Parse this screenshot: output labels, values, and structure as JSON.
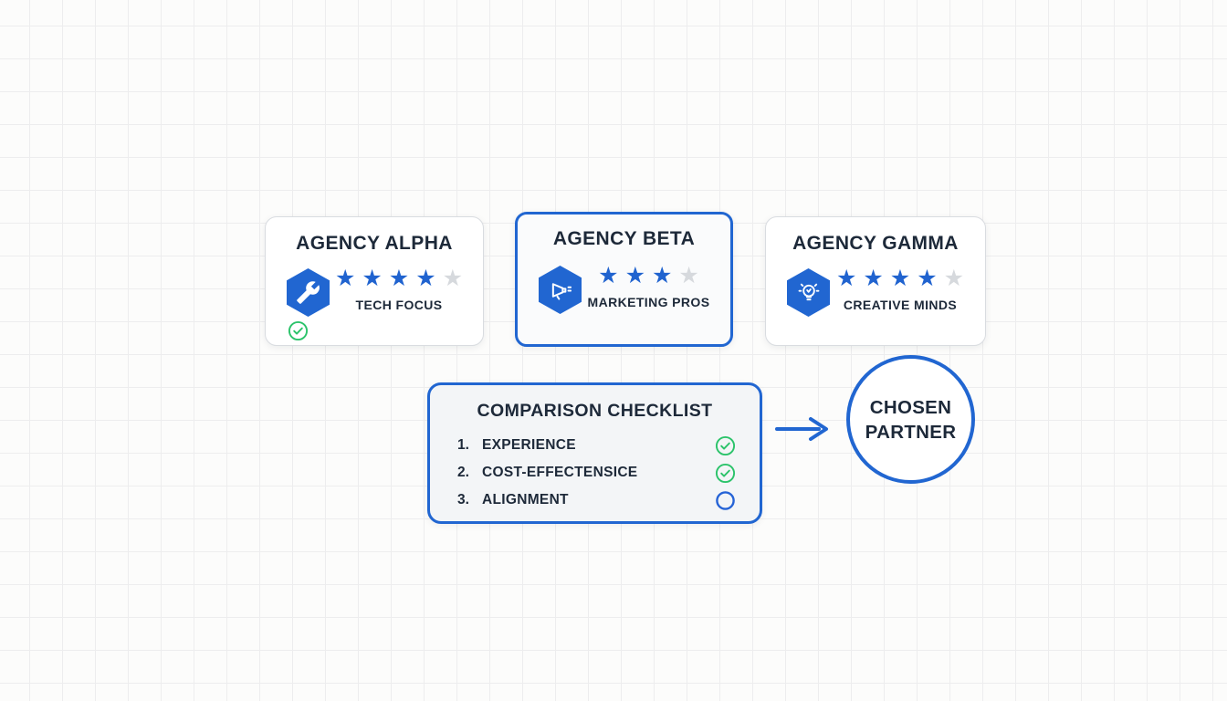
{
  "agencies": [
    {
      "name": "AGENCY ALPHA",
      "tagline": "TECH FOCUS",
      "icon": "wrench-icon",
      "stars_filled": 4,
      "stars_total": 5,
      "selected": false,
      "approved": true
    },
    {
      "name": "AGENCY BETA",
      "tagline": "MARKETING PROS",
      "icon": "megaphone-icon",
      "stars_filled": 3,
      "stars_total": 4,
      "selected": true,
      "approved": false
    },
    {
      "name": "AGENCY GAMMA",
      "tagline": "CREATIVE MINDS",
      "icon": "lightbulb-icon",
      "stars_filled": 4,
      "stars_total": 5,
      "selected": false,
      "approved": false
    }
  ],
  "checklist": {
    "title": "COMPARISON CHECKLIST",
    "items": [
      {
        "number": "1.",
        "label": "EXPERIENCE",
        "status": "checked"
      },
      {
        "number": "2.",
        "label": "COST-EFFECTENSICE",
        "status": "checked"
      },
      {
        "number": "3.",
        "label": "ALIGNMENT",
        "status": "empty"
      }
    ]
  },
  "result": {
    "line1": "CHOSEN",
    "line2": "PARTNER"
  },
  "icons": {
    "alpha_badge": "wrench-icon",
    "beta_badge": "megaphone-icon",
    "gamma_badge": "lightbulb-icon",
    "approved": "check-circle-icon",
    "pending": "empty-circle-icon",
    "connector": "arrow-right-icon",
    "rating_filled": "star-filled-icon",
    "rating_empty": "star-empty-icon"
  },
  "colors": {
    "accent_blue": "#2166d1",
    "star_filled": "#2063cf",
    "star_empty": "#d6d9dd",
    "success_green": "#2bc36a",
    "text_dark": "#1d2939",
    "card_bg": "#ffffff",
    "panel_bg": "#f3f5f7",
    "canvas_bg": "#fcfcfb",
    "grid_line": "#ededee"
  }
}
